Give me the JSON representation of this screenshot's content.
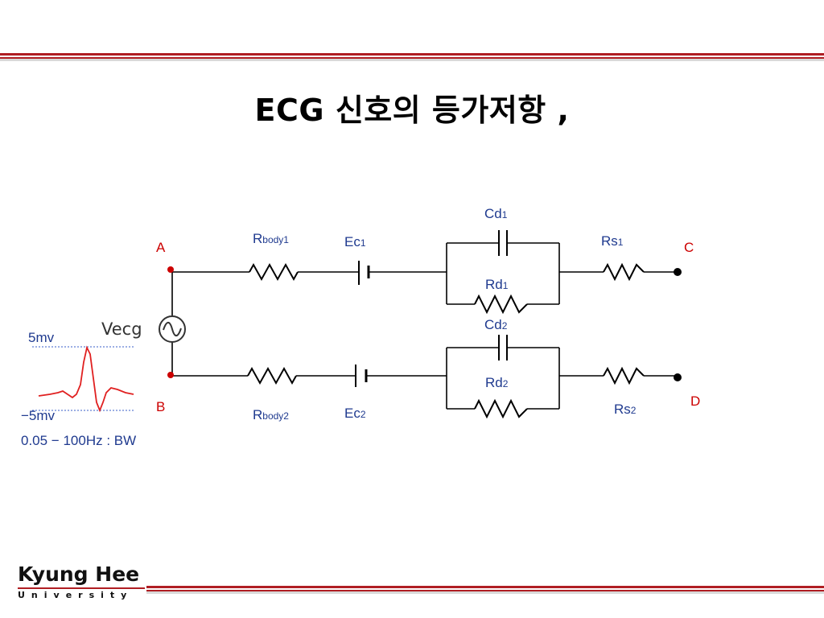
{
  "slide": {
    "title": "ECG 신호의 등가저항 ,"
  },
  "circuit": {
    "nodes": {
      "a": "A",
      "b": "B",
      "c": "C",
      "d": "D"
    },
    "source": "Vecg",
    "rbody1": {
      "main": "R",
      "sub": "body1"
    },
    "rbody2": {
      "main": "R",
      "sub": "body2"
    },
    "ec1": {
      "main": "Ec",
      "sub": "1"
    },
    "ec2": {
      "main": "Ec",
      "sub": "2"
    },
    "cd1": {
      "main": "Cd",
      "sub": "1"
    },
    "cd2": {
      "main": "Cd",
      "sub": "2"
    },
    "rd1": {
      "main": "Rd",
      "sub": "1"
    },
    "rd2": {
      "main": "Rd",
      "sub": "2"
    },
    "rs1": {
      "main": "Rs",
      "sub": "1"
    },
    "rs2": {
      "main": "Rs",
      "sub": "2"
    }
  },
  "waveform": {
    "max_label": "5mv",
    "min_label": "−5mv",
    "bandwidth": "0.05 − 100Hz : BW"
  },
  "logo": {
    "name": "Kyung Hee",
    "sub": "University"
  },
  "colors": {
    "accent_red": "#b01e23",
    "label_blue": "#1f3a8f",
    "node_red": "#cc0000"
  }
}
